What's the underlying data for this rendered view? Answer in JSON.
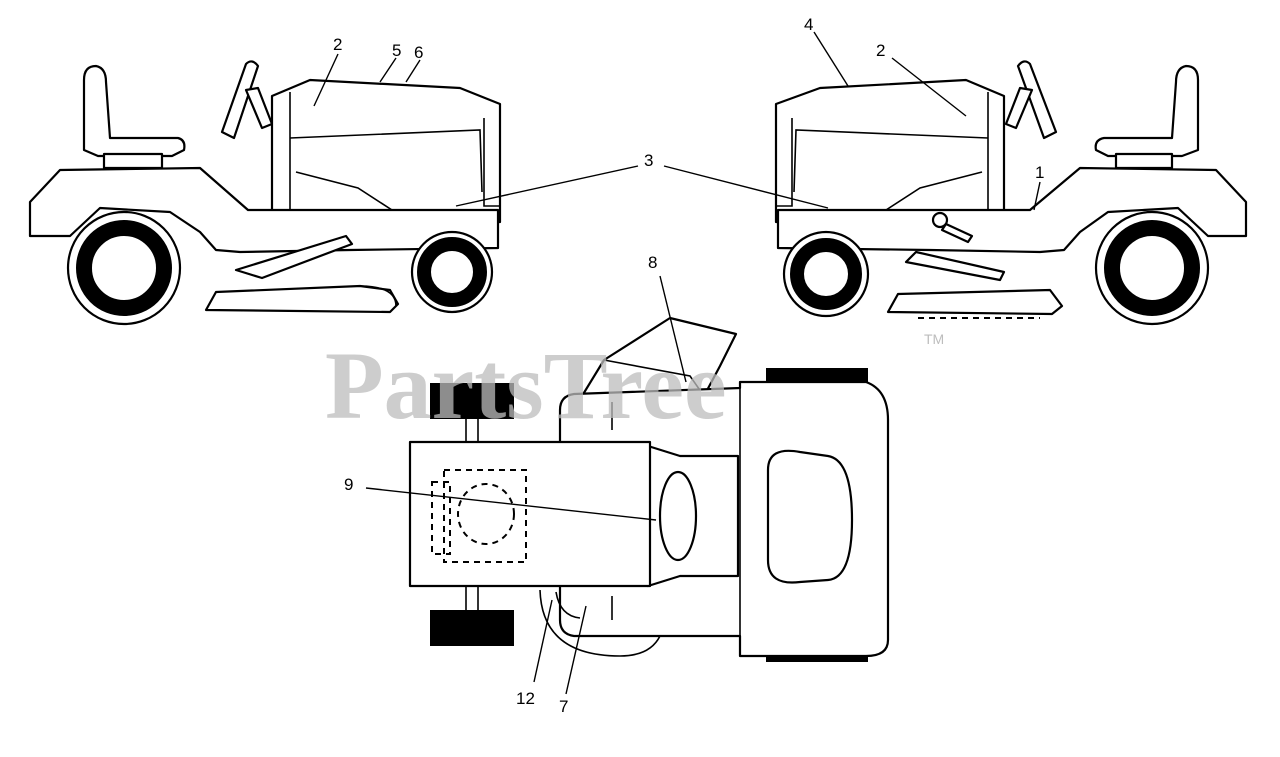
{
  "diagram": {
    "callouts": [
      "1",
      "2",
      "2",
      "3",
      "4",
      "5",
      "6",
      "7",
      "8",
      "9",
      "12"
    ],
    "watermark": "PartsTree",
    "trademark": "TM"
  }
}
